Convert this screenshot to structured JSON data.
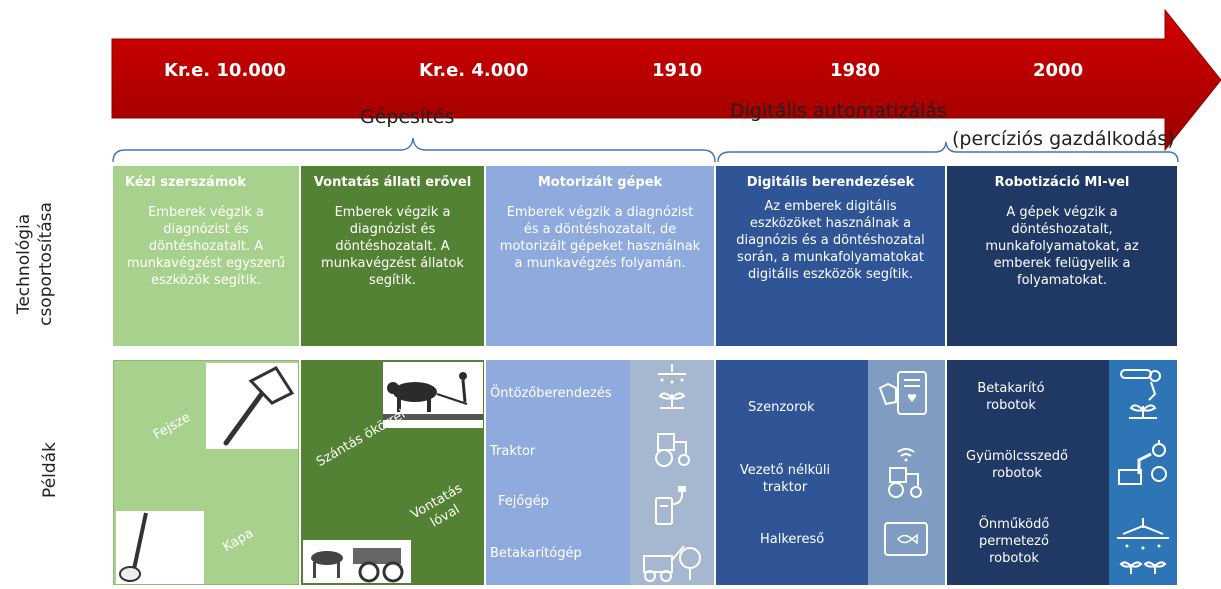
{
  "timeline": {
    "years": [
      "Kr.e. 10.000",
      "Kr.e. 4.000",
      "1910",
      "1980",
      "2000"
    ],
    "colors": {
      "arrow": "#c00000",
      "arrow_dark": "#8b0000"
    }
  },
  "phases": {
    "mechanization": "Gépesítés",
    "digital": "Digitális automatizálás",
    "precision": "(percíziós gazdálkodás)"
  },
  "row_labels": {
    "technology_line1": "Technológia",
    "technology_line2": "csoportosítása",
    "examples": "Példák"
  },
  "columns": [
    {
      "title": "Kézi szerszámok",
      "desc": "Emberek végzik a diagnózist és döntéshozatalt. A munkavégzést egyszerű eszközök segítik.",
      "color": "#a9d18e"
    },
    {
      "title": "Vontatás állati erővel",
      "desc": "Emberek végzik a diagnózist és döntéshozatalt. A munkavégzést állatok segítik.",
      "color": "#548235"
    },
    {
      "title": "Motorizált gépek",
      "desc": "Emberek végzik a diagnózist és a döntéshozatalt, de motorizált gépeket használnak a munkavégzés folyamán.",
      "color": "#8faadc"
    },
    {
      "title": "Digitális berendezések",
      "desc": "Az emberek digitális eszközöket használnak a diagnózis és a döntéshozatal során, a munkafolyamatokat digitális eszközök segítik.",
      "color": "#2f5597"
    },
    {
      "title": "Robotizáció MI-vel",
      "desc": "A gépek végzik a döntéshozatalt, munkafolyamatokat, az emberek felügyelik a folyamatokat.",
      "color": "#203864"
    }
  ],
  "examples": {
    "hand_tools": [
      "Fejsze",
      "Kapa"
    ],
    "animal": [
      "Szántás ökörrel",
      "Vontatás lóval"
    ],
    "motorized": [
      "Öntözőberendezés",
      "Traktor",
      "Fejőgép",
      "Betakarítógép"
    ],
    "digital": [
      "Szenzorok",
      "Vezető nélküli traktor",
      "Halkereső"
    ],
    "robot": [
      "Betakarító robotok",
      "Gyümölcsszedő robotok",
      "Önműködő permetező robotok"
    ]
  }
}
